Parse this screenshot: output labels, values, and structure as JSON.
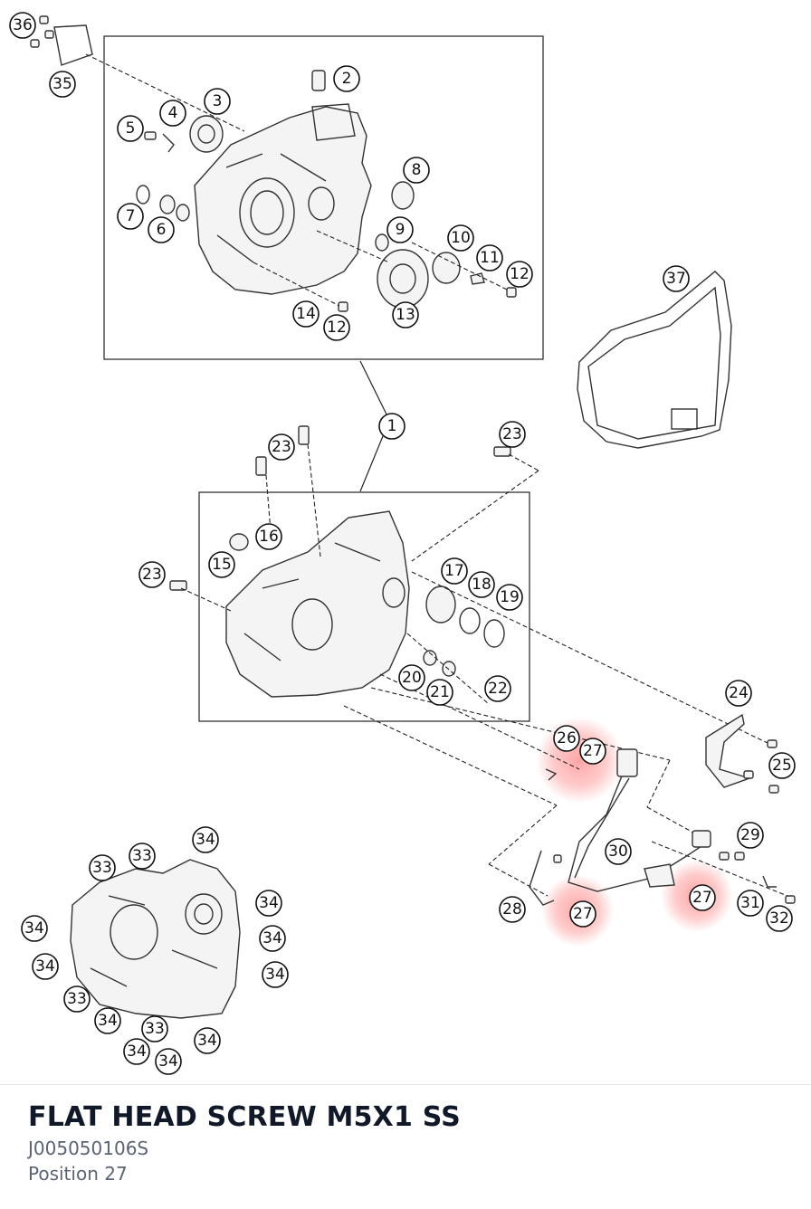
{
  "part": {
    "name": "FLAT HEAD SCREW M5X1 SS",
    "sku": "J005050106S",
    "position": "Position 27"
  },
  "highlight_color": "#ff6b6b",
  "callouts": [
    "1",
    "2",
    "3",
    "4",
    "5",
    "6",
    "7",
    "8",
    "9",
    "10",
    "11",
    "12",
    "13",
    "14",
    "15",
    "16",
    "17",
    "18",
    "19",
    "20",
    "21",
    "22",
    "23",
    "24",
    "25",
    "26",
    "27",
    "28",
    "29",
    "30",
    "31",
    "32",
    "33",
    "34",
    "35",
    "36",
    "37"
  ]
}
